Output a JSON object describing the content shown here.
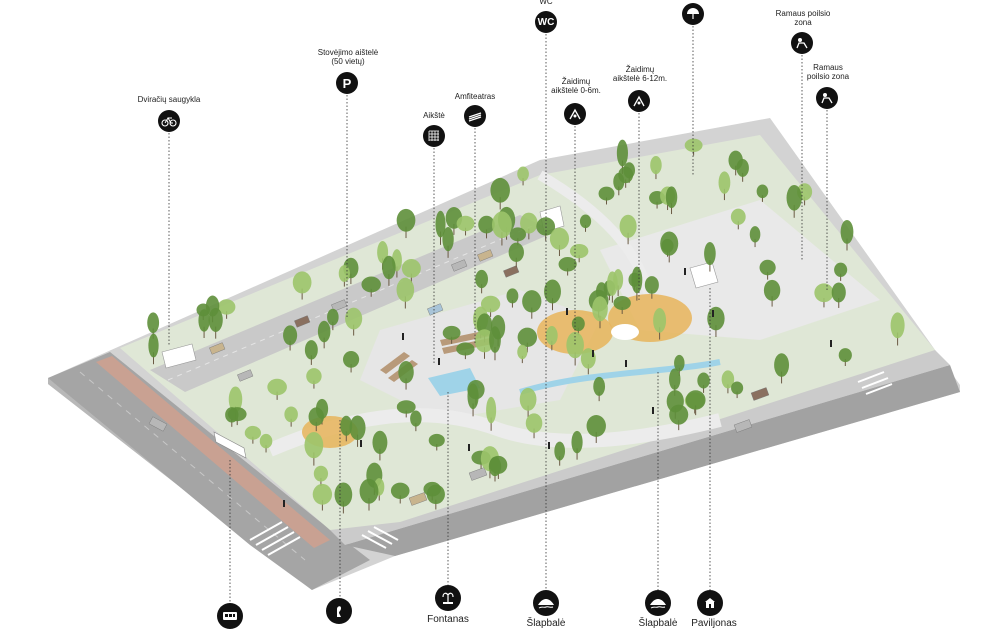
{
  "markers": {
    "bike_storage": "Dviračių saugykla",
    "parking": "Stovėjimo aištelė\n(50 vietų)",
    "parking_glyph": "P",
    "square": "Aikštė",
    "amphitheatre": "Amfiteatras",
    "wc": "WC",
    "wc_glyph": "WC",
    "play_0_6": "Žaidimų\naikštelė 0-6m.",
    "play_6_12": "Žaidimų\naikštelė 6-12m.",
    "quiet_zone_1": "Ramaus poilsio\nzona",
    "quiet_zone_2": "Ramaus\npoilsio zona",
    "fountain": "Fontanas",
    "wetland_1": "Šlapbalė",
    "wetland_2": "Šlapbalė",
    "pavilion": "Paviljonas"
  },
  "icons": {
    "bike": "bicycle-icon",
    "parking": "parking-icon",
    "square": "grid-paving-icon",
    "amphitheatre": "amphitheatre-icon",
    "wc": "wc-icon",
    "play_0_6": "playground-icon",
    "play_6_12": "playground-icon",
    "quiet": "bench-rest-icon",
    "fountain": "fountain-icon",
    "wetland": "wetland-icon",
    "pavilion": "pavilion-icon",
    "bus": "bus-icon",
    "sculpture": "sculpture-icon",
    "top": "umbrella-icon"
  },
  "colors": {
    "marker": "#111111",
    "road": "#9a9a9a",
    "lawn": "#dfe7d6",
    "plaza": "#e2e2e2",
    "sand": "#e8b45a",
    "water": "#9fd3e8",
    "tree_dark": "#5e8f3a",
    "tree_light": "#9cc46a",
    "bike_lane": "#d9a08a"
  }
}
